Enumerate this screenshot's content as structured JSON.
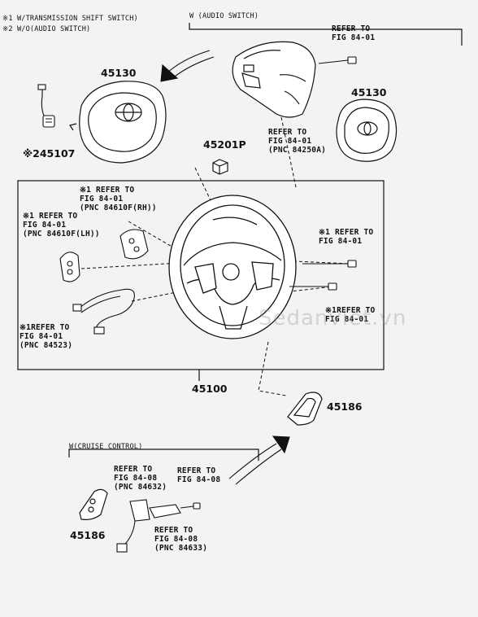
{
  "notes": {
    "n1": "※1 W/TRANSMISSION SHIFT SWITCH)",
    "n2": "※2 W/O(AUDIO SWITCH)"
  },
  "groups": {
    "audio": "W (AUDIO SWITCH)",
    "cruise": "W(CRUISE CONTROL)"
  },
  "parts": {
    "p45130a": "45130",
    "p45130b": "45130",
    "p45107": "※245107",
    "p45201p": "45201P",
    "p45100": "45100",
    "p45186a": "45186",
    "p45186b": "45186"
  },
  "refs": {
    "r_audio_top": "REFER TO\nFIG 84-01",
    "r_audio_mid": "REFER TO\nFIG 84-01\n(PNC 84250A)",
    "r_rh": "※1 REFER TO\nFIG 84-01\n(PNC 84610F(RH))",
    "r_lh": "※1 REFER TO\nFIG 84-01\n(PNC 84610F(LH))",
    "r_right1": "※1 REFER TO\nFIG 84-01",
    "r_right2": "※1REFER TO\nFIG 84-01",
    "r_left_low": "※1REFER TO\nFIG 84-01\n(PNC 84523)",
    "r_cruise1": "REFER TO\nFIG 84-08\n(PNC 84632)",
    "r_cruise2": "REFER TO\nFIG 84-08",
    "r_cruise3": "REFER TO\nFIG 84-08\n(PNC 84633)"
  },
  "watermark": "Sedanviet.vn"
}
